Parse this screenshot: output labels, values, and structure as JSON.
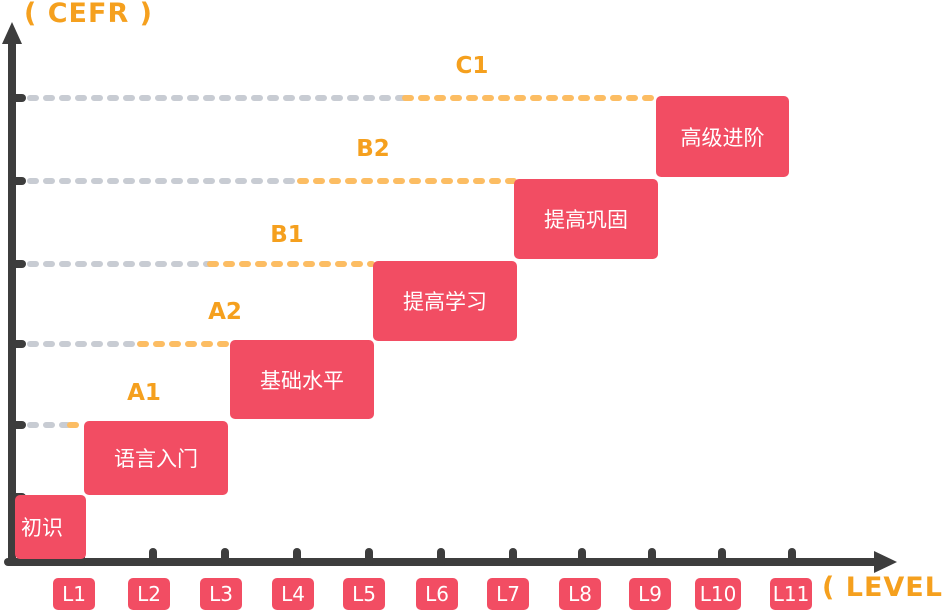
{
  "axes": {
    "y_title": "( CEFR )",
    "x_title": "( LEVEL )"
  },
  "levels": [
    "L1",
    "L2",
    "L3",
    "L4",
    "L5",
    "L6",
    "L7",
    "L8",
    "L9",
    "L10",
    "L11"
  ],
  "cefr": [
    "A1",
    "A2",
    "B1",
    "B2",
    "C1"
  ],
  "stages": [
    "初识",
    "语言入门",
    "基础水平",
    "提高学习",
    "提高巩固",
    "高级进阶"
  ],
  "colors": {
    "axis": "#3d3d3d",
    "accent": "#f5a01e",
    "box": "#f24d63",
    "grey_dash": "#c8ccd3"
  }
}
